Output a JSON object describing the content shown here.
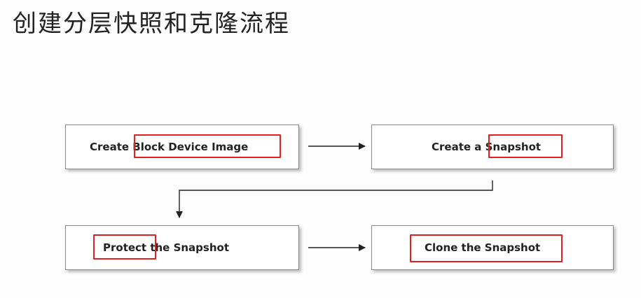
{
  "slide": {
    "title": "创建分层快照和克隆流程"
  },
  "flow": {
    "steps": [
      {
        "prefix": "Create ",
        "highlight": "Block Device Image",
        "suffix": ""
      },
      {
        "prefix": "Create a ",
        "highlight": "Snapshot",
        "suffix": ""
      },
      {
        "prefix": "",
        "highlight": "Protect",
        "suffix": " the Snapshot"
      },
      {
        "prefix": "",
        "highlight": "Clone the Snapshot",
        "suffix": ""
      }
    ]
  },
  "colors": {
    "highlight_border": "#e02020",
    "box_border": "#8a8a8a",
    "arrow": "#222222"
  }
}
